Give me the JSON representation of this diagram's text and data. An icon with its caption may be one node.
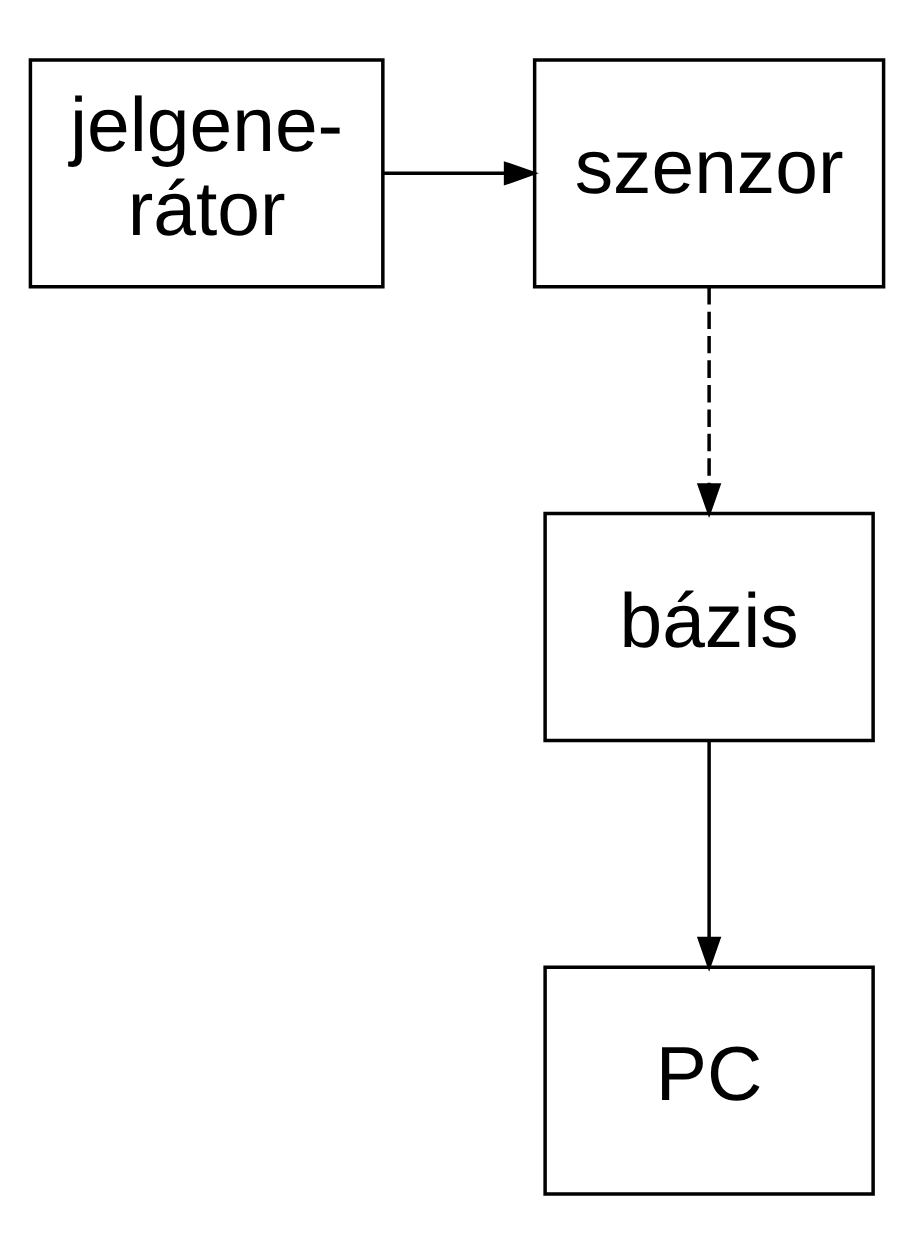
{
  "diagram": {
    "nodes": [
      {
        "text": [
          "jelgene- rátor"
        ]
      },
      {
        "text": [
          "szenzor"
        ]
      },
      {
        "text": [
          "bázis"
        ]
      },
      {
        "text": [
          "PC"
        ]
      }
    ],
    "edges": [
      {
        "from": 0,
        "to": 1,
        "arrow": "to"
      },
      {
        "from": 1,
        "to": 2,
        "arrow": "to",
        "style": "dashed"
      },
      {
        "from": 2,
        "to": 3,
        "arrow": "to"
      }
    ]
  }
}
